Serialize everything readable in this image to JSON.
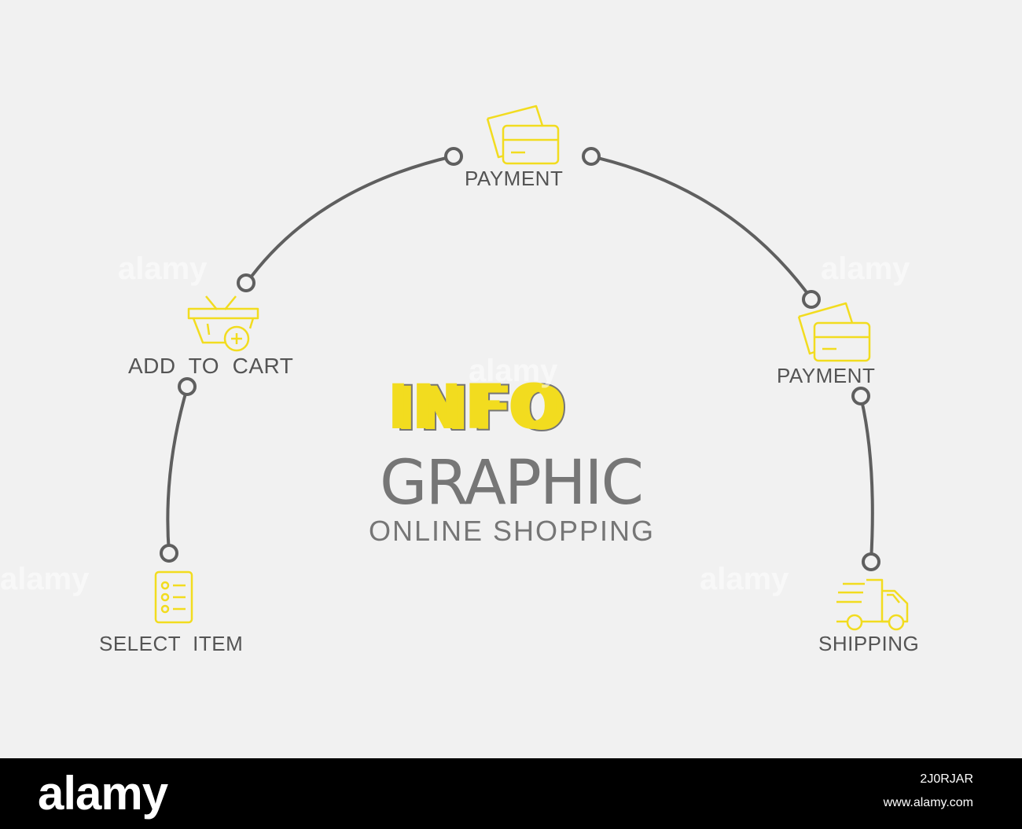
{
  "title": {
    "info": "INFO",
    "graphic": "GRAPHIC",
    "subtitle": "ONLINE SHOPPING"
  },
  "steps": [
    {
      "label": "SELECT  ITEM",
      "icon": "checklist-icon"
    },
    {
      "label": "ADD  TO  CART",
      "icon": "basket-add-icon"
    },
    {
      "label": "PAYMENT",
      "icon": "credit-card-icon"
    },
    {
      "label": "PAYMENT",
      "icon": "credit-card-icon"
    },
    {
      "label": "SHIPPING",
      "icon": "delivery-truck-icon"
    }
  ],
  "watermark": "alamy",
  "footer": {
    "logo": "alamy",
    "image_id": "2J0RJAR",
    "url": "www.alamy.com"
  },
  "colors": {
    "background": "#f1f1f1",
    "accent": "#f2dc1f",
    "line": "#5f5f5f",
    "text": "#545454",
    "title_gray": "#767676"
  }
}
